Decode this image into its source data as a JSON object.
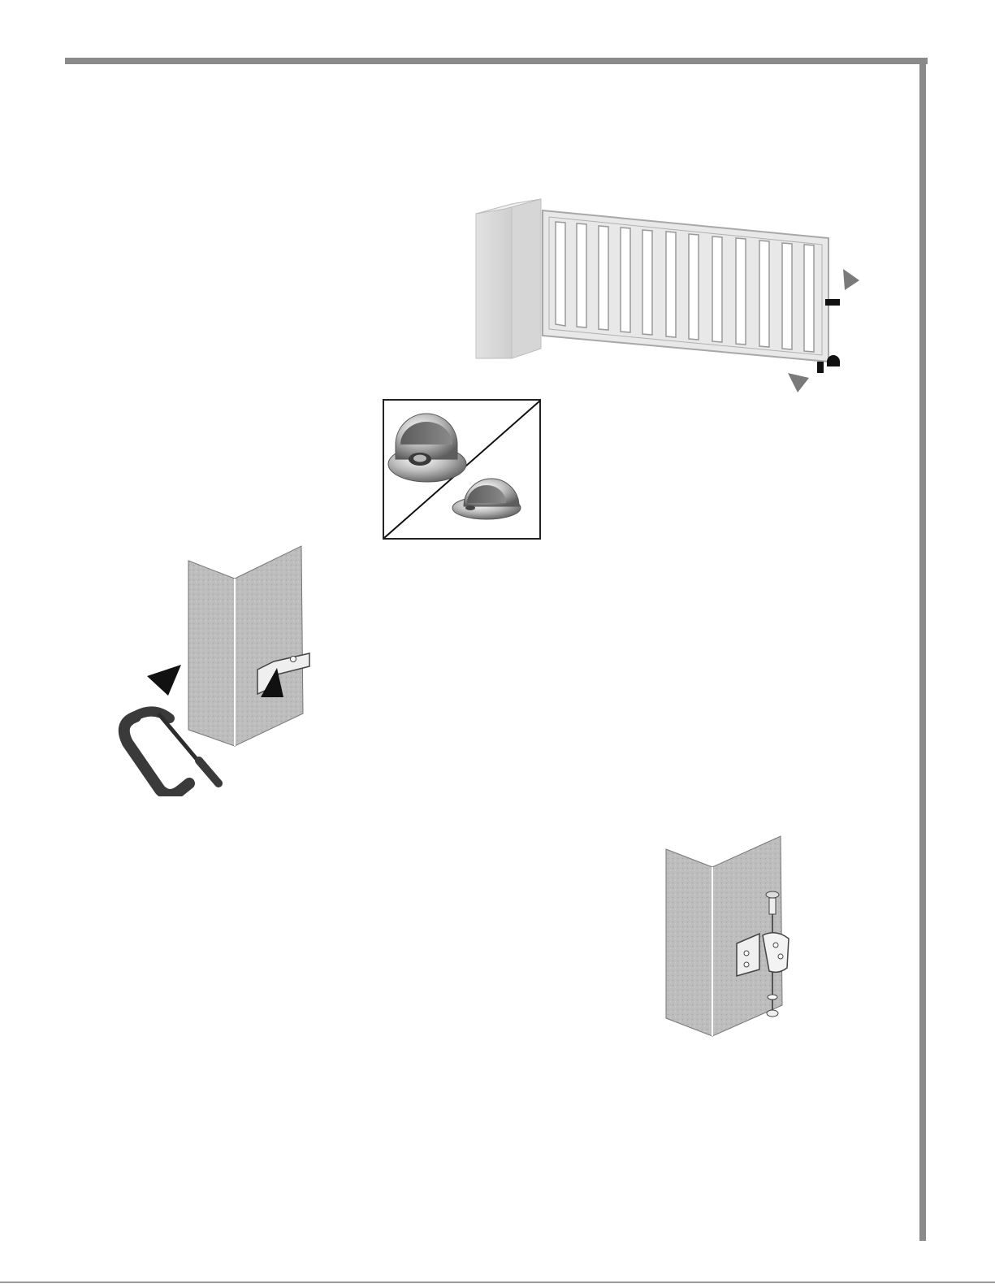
{
  "page": {
    "colors": {
      "rule": "#8a8a8a",
      "wall_stone": "#b9b9b9",
      "gate_frame": "#e6e6e6",
      "arrow_gray": "#7a7a7a",
      "arrow_black": "#111111",
      "clamp": "#3a3a3a",
      "bracket": "#e9e9e9"
    },
    "illustrations": [
      {
        "name": "gate-illustration",
        "icon": "gate-icon"
      },
      {
        "name": "door-stop-inset",
        "icon": "door-stop-icon"
      },
      {
        "name": "clamp-bracket-illustration",
        "icon": "c-clamp-icon"
      },
      {
        "name": "bolt-bracket-illustration",
        "icon": "bolt-bracket-icon"
      }
    ]
  }
}
